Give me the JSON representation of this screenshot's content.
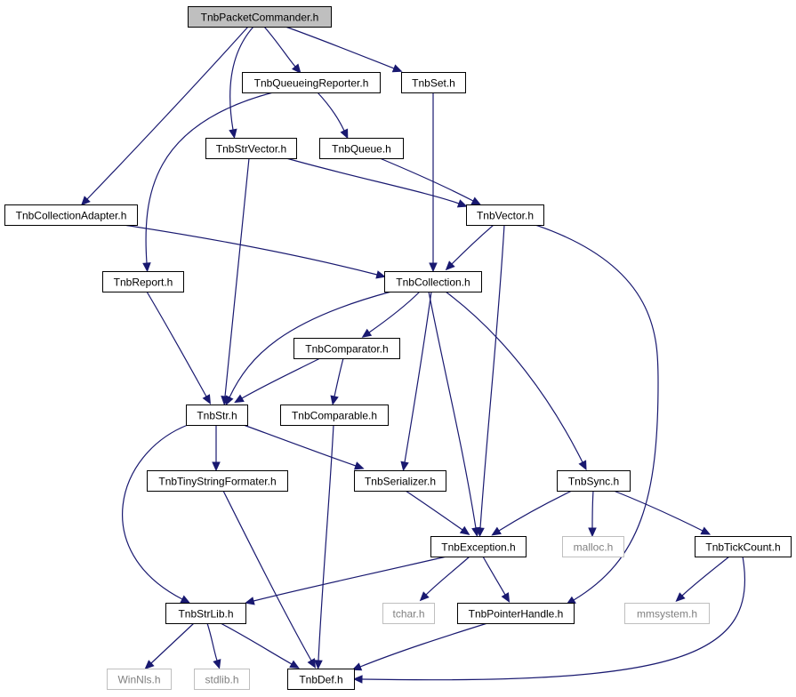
{
  "nodes": [
    {
      "id": "packetcommander",
      "label": "TnbPacketCommander.h",
      "kind": "main"
    },
    {
      "id": "queueingreporter",
      "label": "TnbQueueingReporter.h",
      "kind": "local"
    },
    {
      "id": "set",
      "label": "TnbSet.h",
      "kind": "local"
    },
    {
      "id": "strvector",
      "label": "TnbStrVector.h",
      "kind": "local"
    },
    {
      "id": "queue",
      "label": "TnbQueue.h",
      "kind": "local"
    },
    {
      "id": "collectionadapter",
      "label": "TnbCollectionAdapter.h",
      "kind": "local"
    },
    {
      "id": "vector",
      "label": "TnbVector.h",
      "kind": "local"
    },
    {
      "id": "report",
      "label": "TnbReport.h",
      "kind": "local"
    },
    {
      "id": "collection",
      "label": "TnbCollection.h",
      "kind": "local"
    },
    {
      "id": "comparator",
      "label": "TnbComparator.h",
      "kind": "local"
    },
    {
      "id": "str",
      "label": "TnbStr.h",
      "kind": "local"
    },
    {
      "id": "comparable",
      "label": "TnbComparable.h",
      "kind": "local"
    },
    {
      "id": "tinystringformater",
      "label": "TnbTinyStringFormater.h",
      "kind": "local"
    },
    {
      "id": "serializer",
      "label": "TnbSerializer.h",
      "kind": "local"
    },
    {
      "id": "sync",
      "label": "TnbSync.h",
      "kind": "local"
    },
    {
      "id": "exception",
      "label": "TnbException.h",
      "kind": "local"
    },
    {
      "id": "malloc",
      "label": "malloc.h",
      "kind": "system"
    },
    {
      "id": "tickcount",
      "label": "TnbTickCount.h",
      "kind": "local"
    },
    {
      "id": "strlib",
      "label": "TnbStrLib.h",
      "kind": "local"
    },
    {
      "id": "tchar",
      "label": "tchar.h",
      "kind": "system"
    },
    {
      "id": "pointerhandle",
      "label": "TnbPointerHandle.h",
      "kind": "local"
    },
    {
      "id": "mmsystem",
      "label": "mmsystem.h",
      "kind": "system"
    },
    {
      "id": "winnls",
      "label": "WinNls.h",
      "kind": "system"
    },
    {
      "id": "stdlib",
      "label": "stdlib.h",
      "kind": "system"
    },
    {
      "id": "def",
      "label": "TnbDef.h",
      "kind": "local"
    }
  ],
  "edges": [
    {
      "from": "packetcommander",
      "to": "queueingreporter"
    },
    {
      "from": "packetcommander",
      "to": "set"
    },
    {
      "from": "packetcommander",
      "to": "strvector"
    },
    {
      "from": "packetcommander",
      "to": "collectionadapter"
    },
    {
      "from": "queueingreporter",
      "to": "queue"
    },
    {
      "from": "queueingreporter",
      "to": "report"
    },
    {
      "from": "set",
      "to": "collection"
    },
    {
      "from": "strvector",
      "to": "vector"
    },
    {
      "from": "strvector",
      "to": "str"
    },
    {
      "from": "queue",
      "to": "vector"
    },
    {
      "from": "collectionadapter",
      "to": "collection"
    },
    {
      "from": "vector",
      "to": "collection"
    },
    {
      "from": "vector",
      "to": "exception"
    },
    {
      "from": "vector",
      "to": "pointerhandle"
    },
    {
      "from": "report",
      "to": "str"
    },
    {
      "from": "collection",
      "to": "comparator"
    },
    {
      "from": "collection",
      "to": "str"
    },
    {
      "from": "collection",
      "to": "serializer"
    },
    {
      "from": "collection",
      "to": "exception"
    },
    {
      "from": "collection",
      "to": "sync"
    },
    {
      "from": "comparator",
      "to": "str"
    },
    {
      "from": "comparator",
      "to": "comparable"
    },
    {
      "from": "comparable",
      "to": "def"
    },
    {
      "from": "str",
      "to": "tinystringformater"
    },
    {
      "from": "str",
      "to": "serializer"
    },
    {
      "from": "str",
      "to": "strlib"
    },
    {
      "from": "tinystringformater",
      "to": "def"
    },
    {
      "from": "serializer",
      "to": "exception"
    },
    {
      "from": "sync",
      "to": "exception"
    },
    {
      "from": "sync",
      "to": "malloc"
    },
    {
      "from": "sync",
      "to": "tickcount"
    },
    {
      "from": "exception",
      "to": "strlib"
    },
    {
      "from": "exception",
      "to": "tchar"
    },
    {
      "from": "exception",
      "to": "pointerhandle"
    },
    {
      "from": "tickcount",
      "to": "mmsystem"
    },
    {
      "from": "tickcount",
      "to": "def"
    },
    {
      "from": "strlib",
      "to": "winnls"
    },
    {
      "from": "strlib",
      "to": "stdlib"
    },
    {
      "from": "strlib",
      "to": "def"
    },
    {
      "from": "pointerhandle",
      "to": "def"
    }
  ]
}
